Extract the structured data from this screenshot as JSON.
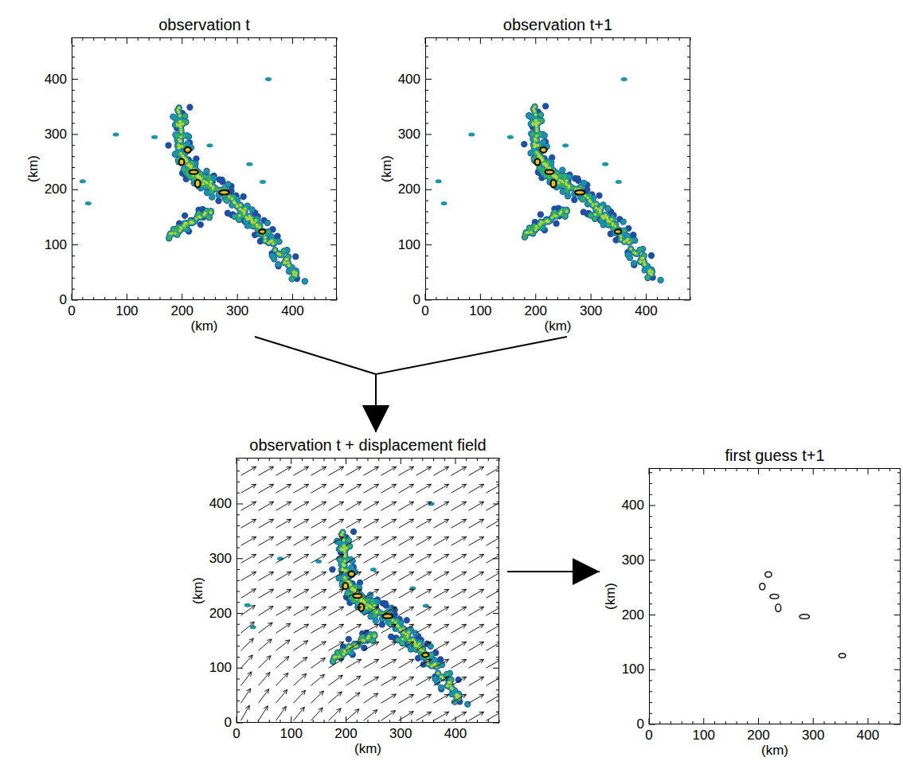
{
  "diagram": {
    "nodes": [
      {
        "text": [
          "observation t"
        ]
      },
      {
        "text": [
          "observation t+1"
        ]
      },
      {
        "text": [
          "observation t + displacement field"
        ]
      },
      {
        "text": [
          "first guess t+1"
        ]
      }
    ],
    "edges": [
      {
        "from": 0,
        "to": 2,
        "arrow": "to"
      },
      {
        "from": 1,
        "to": 2,
        "arrow": "to"
      },
      {
        "from": 2,
        "to": 3,
        "arrow": "to"
      }
    ],
    "labels": [
      "400",
      "300",
      "200",
      "100",
      "0",
      "0",
      "100",
      "200",
      "300",
      "400",
      "(km)",
      "(km)",
      "400",
      "300",
      "200",
      "100",
      "0",
      "0",
      "100",
      "200",
      "300",
      "400",
      "(km)",
      "(km)",
      "400",
      "300",
      "200",
      "100",
      "0",
      "0",
      "100",
      "200",
      "300",
      "400",
      "(km)",
      "(km)",
      "400",
      "300",
      "200",
      "100",
      "0",
      "0",
      "100",
      "200",
      "300",
      "400",
      "(km)",
      "(km)"
    ]
  }
}
